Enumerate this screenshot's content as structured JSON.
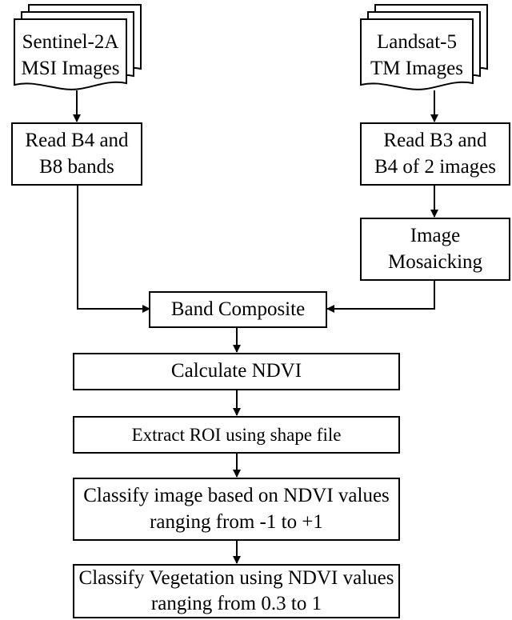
{
  "sources": {
    "sentinel": {
      "line1": "Sentinel-2A",
      "line2": "MSI Images"
    },
    "landsat": {
      "line1": "Landsat-5",
      "line2": "TM Images"
    }
  },
  "steps": {
    "read_b4_b8": {
      "line1": "Read B4 and",
      "line2": "B8 bands"
    },
    "read_b3_b4": {
      "line1": "Read B3 and",
      "line2": "B4 of 2 images"
    },
    "mosaicking": {
      "line1": "Image",
      "line2": "Mosaicking"
    },
    "band_composite": {
      "label": "Band Composite"
    },
    "calculate_ndvi": {
      "label": "Calculate NDVI"
    },
    "extract_roi": {
      "label": "Extract ROI using shape file"
    },
    "classify_image": {
      "line1": "Classify image based on NDVI values",
      "line2": "ranging from -1 to +1"
    },
    "classify_vegetation": {
      "line1": "Classify Vegetation using NDVI values",
      "line2": "ranging from 0.3 to 1"
    }
  }
}
